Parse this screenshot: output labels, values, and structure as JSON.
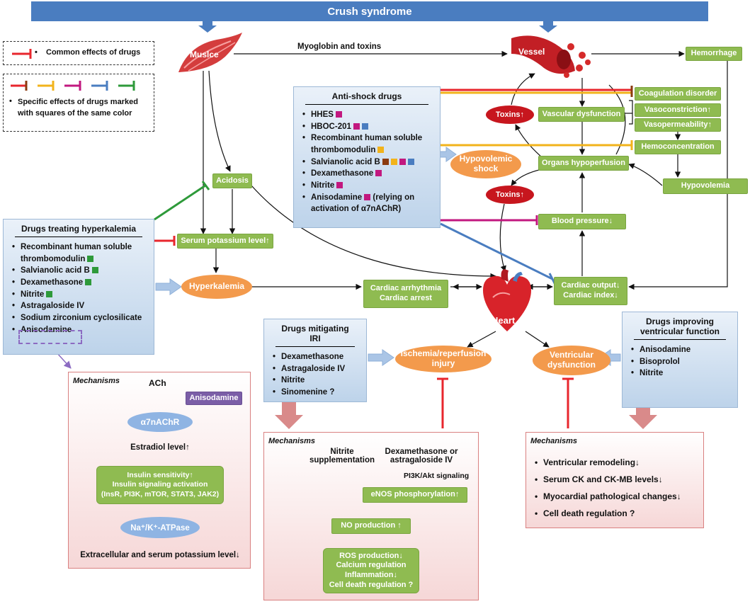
{
  "title": "Crush syndrome",
  "legend": {
    "common": "Common effects of drugs",
    "specific": "Specific effects of drugs  marked with squares of the same color",
    "bullet": "•"
  },
  "nodes": {
    "muscle": "Muslce",
    "vessel": "Vessel",
    "myoglobin": "Myoglobin and toxins",
    "hemorrhage": "Hemorrhage",
    "coagulation": "Coagulation disorder",
    "vascular_dysfunction": "Vascular dysfunction",
    "vasoconstriction": "Vasoconstriction↑",
    "vasopermeability": "Vasopermeability↑",
    "toxins_top": "Toxins↑",
    "toxins_mid": "Toxins↑",
    "hemoconcentration": "Hemoconcentration",
    "organs_hypoperfusion": "Organs hypoperfusion",
    "hypovolemic_shock": "Hypovolemic shock",
    "hypovolemia": "Hypovolemia",
    "blood_pressure": "Blood pressure↓",
    "acidosis": "Acidosis",
    "serum_potassium": "Serum potassium level↑",
    "hyperkalemia": "Hyperkalemia",
    "arrhythmia": "Cardiac arrhythmia\nCardiac arrest",
    "cardiac_output": "Cardiac output↓\nCardiac index↓",
    "heart": "Heart",
    "iri": "Ischemia/reperfusion injury",
    "ventricular_dysfunction": "Ventricular dysfunction"
  },
  "anti_shock": {
    "title": "Anti-shock drugs",
    "items": [
      {
        "label": "HHES",
        "squares": [
          "#c2187f"
        ]
      },
      {
        "label": "HBOC-201",
        "squares": [
          "#c2187f",
          "#4a7dc0"
        ]
      },
      {
        "label": "Recombinant human soluble thrombomodulin",
        "squares": [
          "#f2b31b"
        ]
      },
      {
        "label": "Salvianolic acid B",
        "squares": [
          "#8b3a0f",
          "#f2b31b",
          "#c2187f",
          "#4a7dc0"
        ]
      },
      {
        "label": "Dexamethasone",
        "squares": [
          "#c2187f"
        ]
      },
      {
        "label": "Nitrite",
        "squares": [
          "#c2187f"
        ]
      },
      {
        "label": "Anisodamine",
        "squares": [
          "#c2187f"
        ],
        "suffix": "(relying on activation of α7nAChR)"
      }
    ]
  },
  "hyperkalemia_drugs": {
    "title": "Drugs treating hyperkalemia",
    "items": [
      {
        "label": "Recombinant human soluble thrombomodulin",
        "squares": [
          "#2e9a3a"
        ]
      },
      {
        "label": "Salvianolic acid B",
        "squares": [
          "#2e9a3a"
        ]
      },
      {
        "label": "Dexamethasone",
        "squares": [
          "#2e9a3a"
        ]
      },
      {
        "label": "Nitrite",
        "squares": [
          "#2e9a3a"
        ]
      },
      {
        "label": "Astragaloside IV",
        "squares": []
      },
      {
        "label": "Sodium zirconium cyclosilicate",
        "squares": []
      },
      {
        "label": "Anisodamine",
        "squares": []
      }
    ]
  },
  "iri_drugs": {
    "title": "Drugs mitigating IRI",
    "items": [
      "Dexamethasone",
      "Astragaloside IV",
      "Nitrite",
      "Sinomenine ?"
    ]
  },
  "ventricular_drugs": {
    "title": "Drugs improving ventricular function",
    "items": [
      "Anisodamine",
      "Bisoprolol",
      "Nitrite"
    ]
  },
  "mech_left": {
    "title": "Mechanisms",
    "ach": "ACh",
    "anisodamine": "Anisodamine",
    "receptor": "α7nAChR",
    "estradiol": "Estradiol level↑",
    "insulin": "Insulin sensitivity↑\nInsulin signaling activation\n(InsR, PI3K, mTOR, STAT3, JAK2)",
    "atpase": "Na⁺/K⁺-ATPase",
    "result": "Extracellular and serum potassium level↓"
  },
  "mech_mid": {
    "title": "Mechanisms",
    "nitrite": "Nitrite\nsupplementation",
    "dexa": "Dexamethasone or\nastragaloside IV",
    "pi3k": "PI3K/Akt signaling",
    "enos": "eNOS phosphorylation↑",
    "no": "NO production ↑",
    "ros": "ROS production↓\nCalcium regulation\nInflammation↓\nCell death regulation ?"
  },
  "mech_right": {
    "title": "Mechanisms",
    "items": [
      "Ventricular remodeling↓",
      "Serum CK and CK-MB levels↓",
      "Myocardial pathological changes↓",
      "Cell death regulation ?"
    ]
  },
  "colors": {
    "blue_bar": "#4a7dc0",
    "green_box": "#8fbb51",
    "orange": "#f39a4c",
    "red": "#c7161e",
    "inhib_red": "#e8262d",
    "brown": "#8b3a0f",
    "yellow": "#f2b31b",
    "magenta": "#c2187f",
    "blue": "#4a7dc0",
    "green": "#2e9a3a",
    "purple": "#7b5ea7"
  }
}
